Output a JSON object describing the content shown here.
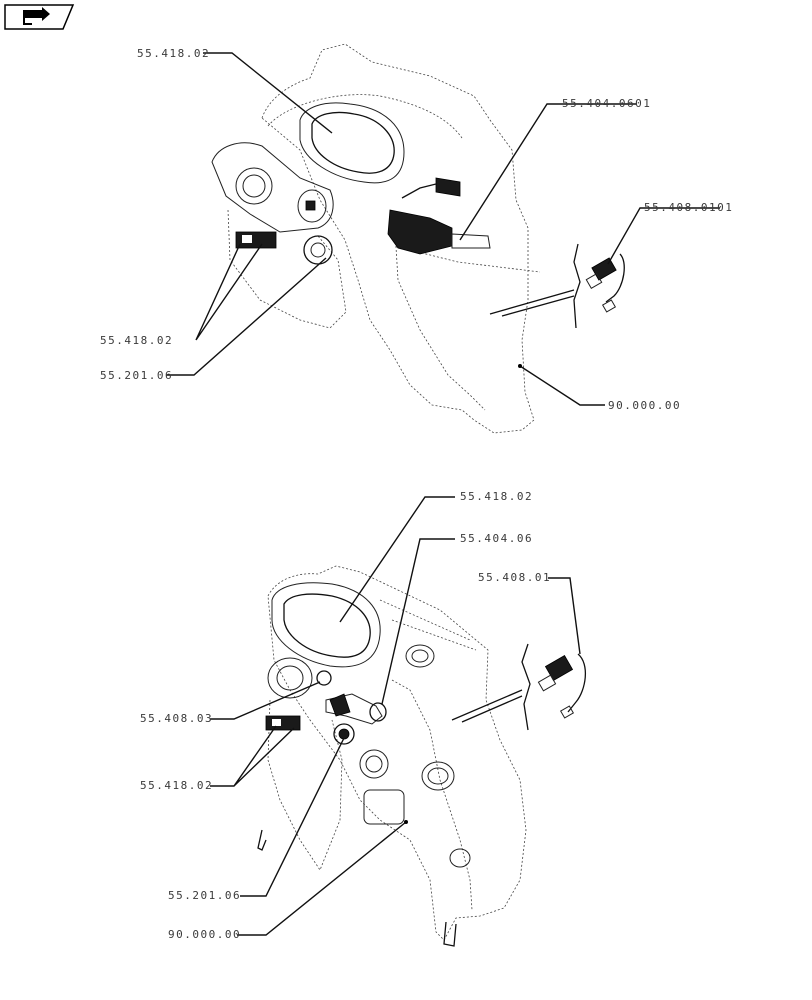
{
  "nav": {
    "icon": "back-arrow-icon"
  },
  "top": {
    "cluster": "55.418.02",
    "multifunction_switch": "55.404.0601",
    "sensor": "55.408.0101",
    "switches": "55.418.02",
    "ignition": "55.201.06",
    "housing": "90.000.00"
  },
  "bottom": {
    "cluster": "55.418.02",
    "multifunction_switch": "55.404.06",
    "sensor": "55.408.01",
    "socket": "55.408.03",
    "switches": "55.418.02",
    "ignition": "55.201.06",
    "housing": "90.000.00"
  }
}
